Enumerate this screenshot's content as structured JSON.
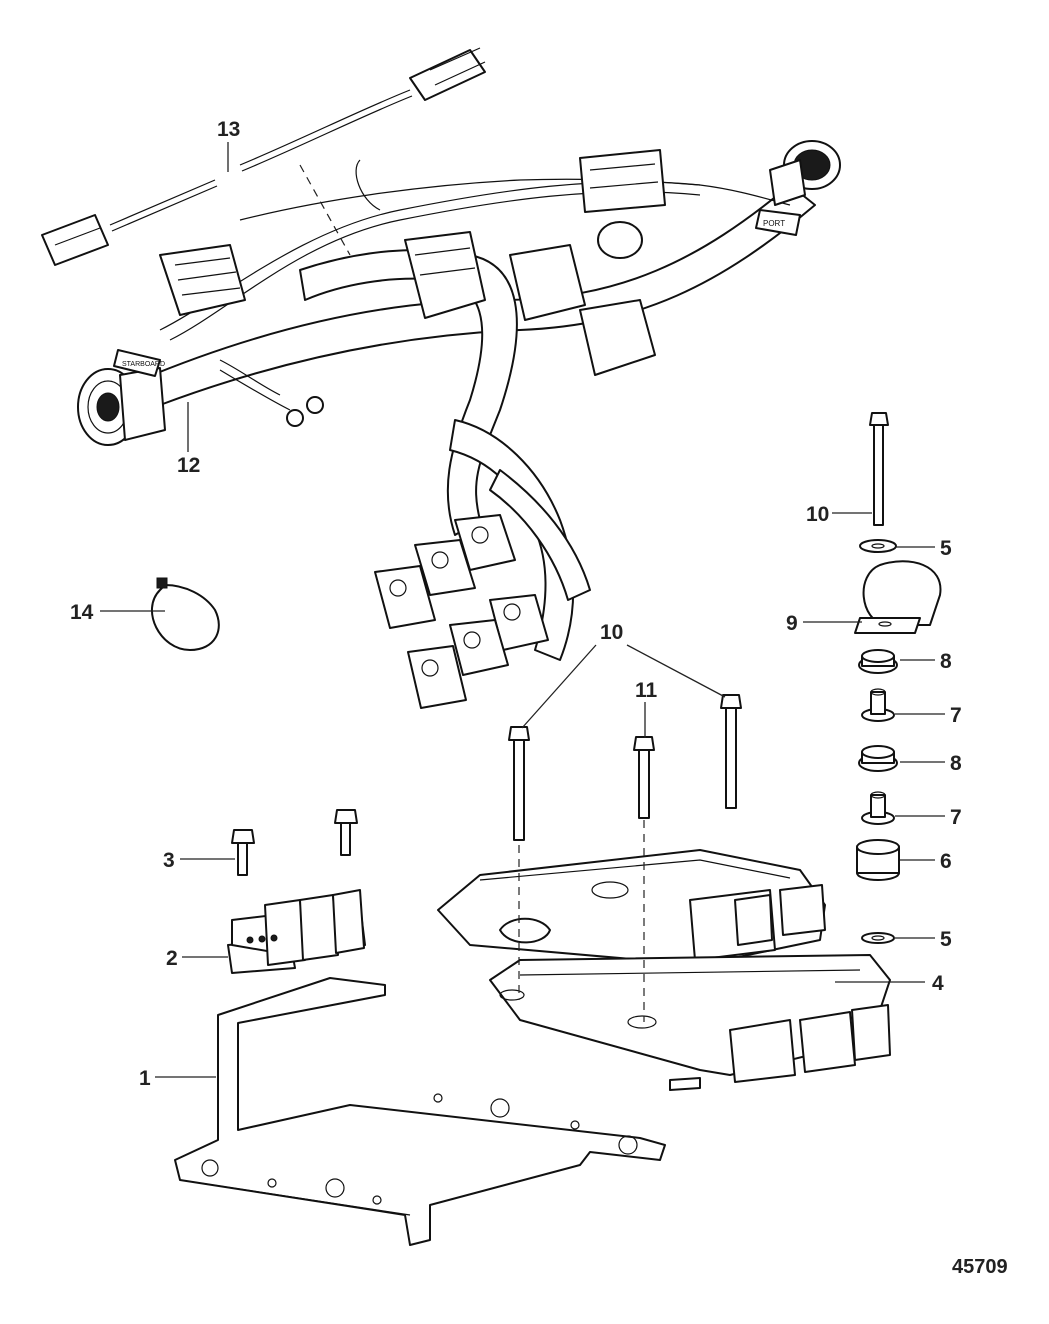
{
  "figure_number": "45709",
  "callouts": {
    "c1": "1",
    "c2": "2",
    "c3": "3",
    "c4": "4",
    "c5a": "5",
    "c5b": "5",
    "c6": "6",
    "c7a": "7",
    "c7b": "7",
    "c8a": "8",
    "c8b": "8",
    "c9": "9",
    "c10a": "10",
    "c10b": "10",
    "c11": "11",
    "c12": "12",
    "c13": "13",
    "c14": "14"
  },
  "labels": {
    "harness_tag_port": "PORT",
    "harness_tag_stbd": "STARBOARD"
  }
}
